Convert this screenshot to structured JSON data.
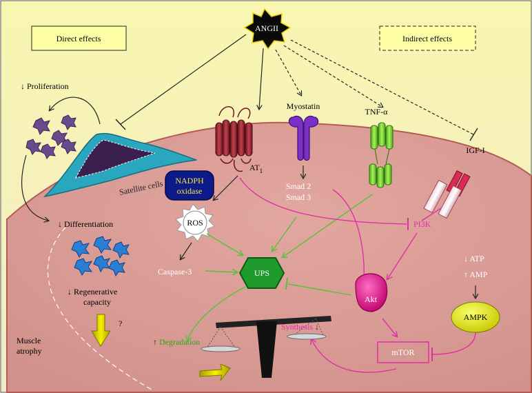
{
  "center": {
    "label": "ANGII"
  },
  "boxes": {
    "direct": "Direct effects",
    "indirect": "Indirect effects"
  },
  "satellite": {
    "proliferation": "↓ Proliferation",
    "differentiation": "↓ Differentiation",
    "regenerative_line1": "↓ Regenerative",
    "regenerative_line2": "capacity",
    "question": "?",
    "satellite_cells": "Satellite cells",
    "muscle_line1": "Muscle",
    "muscle_line2": "atrophy"
  },
  "receptors": {
    "at1_main": "AT",
    "at1_sub": "1",
    "myostatin": "Myostatin",
    "tnf": "TNF-α",
    "igf": "IGF-I"
  },
  "signals": {
    "nadph_line1": "NADPH",
    "nadph_line2": "oxidase",
    "ros": "ROS",
    "caspase": "Caspase-3",
    "ups": "UPS",
    "smad2": "Smad 2",
    "smad3": "Smad 3",
    "pi3k": "PI3K",
    "akt": "Akt",
    "mtor": "mTOR",
    "atp": "↓ ATP",
    "amp": "↑ AMP",
    "ampk": "AMPK",
    "degradation_arrow": "↑",
    "degradation": "Degradation",
    "synthesis": "Synthesis",
    "synthesis_arrow": "↓"
  },
  "colors": {
    "background_top": "#f7f2a8",
    "cell": "#d99a93",
    "green": "#55c23a",
    "magenta": "#e22ea6",
    "ups": "#1f9a2c",
    "akt": "#e0168f",
    "ampk": "#e8f000",
    "nadph": "#0c1a8a",
    "satellite": "#2aa7be",
    "receptor": "#a3303c",
    "tnf": "#7bd431",
    "igf": "#d92b56"
  }
}
